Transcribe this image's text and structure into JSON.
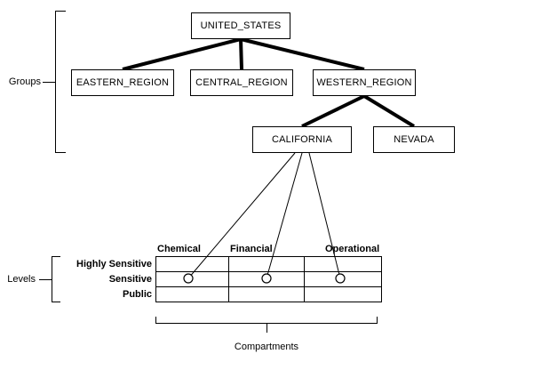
{
  "diagram": {
    "title_implicit": "Label hierarchy",
    "brackets": {
      "groups": "Groups",
      "levels": "Levels",
      "compartments": "Compartments"
    },
    "tree": {
      "root": "UNITED_STATES",
      "children": [
        "EASTERN_REGION",
        "CENTRAL_REGION",
        "WESTERN_REGION"
      ],
      "western_children": [
        "CALIFORNIA",
        "NEVADA"
      ],
      "edges": [
        [
          "UNITED_STATES",
          "EASTERN_REGION"
        ],
        [
          "UNITED_STATES",
          "CENTRAL_REGION"
        ],
        [
          "UNITED_STATES",
          "WESTERN_REGION"
        ],
        [
          "WESTERN_REGION",
          "CALIFORNIA"
        ],
        [
          "WESTERN_REGION",
          "NEVADA"
        ]
      ]
    },
    "matrix": {
      "columns": [
        "Chemical",
        "Financial",
        "Operational"
      ],
      "rows": [
        "Highly Sensitive",
        "Sensitive",
        "Public"
      ],
      "california_links": [
        [
          "Chemical",
          "Sensitive"
        ],
        [
          "Financial",
          "Sensitive"
        ],
        [
          "Operational",
          "Sensitive"
        ]
      ]
    }
  }
}
